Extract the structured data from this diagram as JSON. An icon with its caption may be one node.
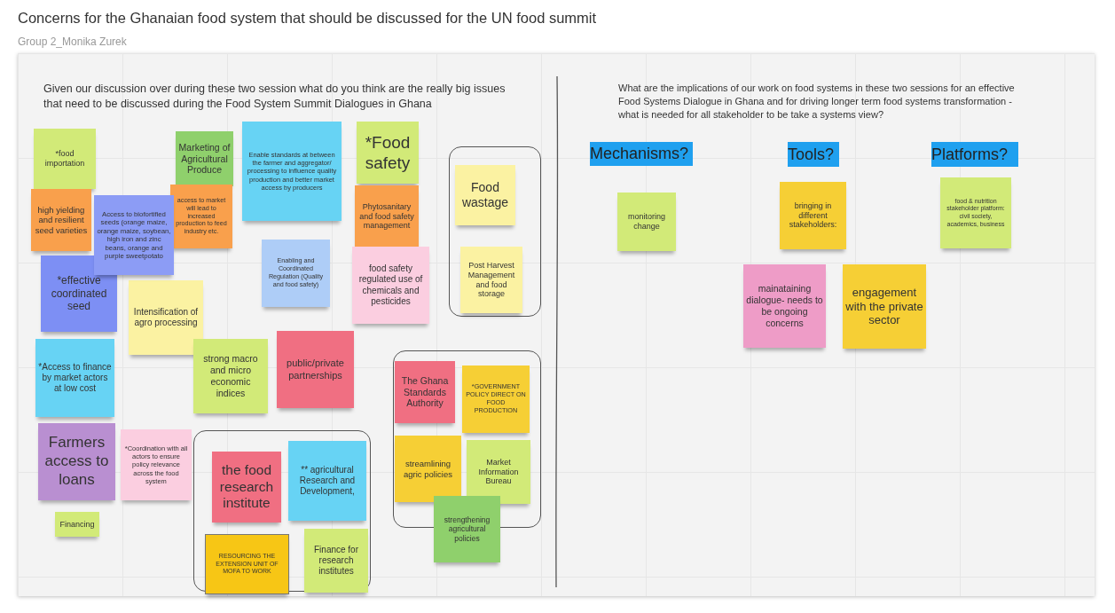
{
  "diagram": {
    "title": "Concerns for the Ghanaian food system that should be discussed for the UN food summit",
    "nodes": [
      {
        "text": [
          "*food importation"
        ]
      },
      {
        "text": [
          "Marketing of Agricultural Produce"
        ]
      },
      {
        "text": [
          "Enable standards at between the farmer and aggregator/ processing to influence quality production and better market access by producers"
        ]
      },
      {
        "text": [
          "*Food safety"
        ]
      },
      {
        "text": [],
        "shape": "box"
      },
      {
        "text": [
          "Food wastage"
        ],
        "in": 4
      },
      {
        "text": [
          "high yielding and resilient seed varieties"
        ]
      },
      {
        "text": [
          "Access to biofortified seeds (orange maize, orange maize, soybean, high iron and zinc beans, orange and purple sweetpotato"
        ]
      },
      {
        "text": [
          "access to market will lead to increased production to feed industry etc."
        ]
      },
      {
        "text": [
          "Phytosanitary and food safety management"
        ]
      },
      {
        "text": [
          "Post Harvest Management and food storage"
        ],
        "in": 4
      },
      {
        "text": [
          "*effective coordinated seed"
        ]
      },
      {
        "text": [
          "Enabling and Coordinated Regulation (Quality and food safety)"
        ]
      },
      {
        "text": [
          "food safety regulated use of chemicals and pesticides"
        ]
      },
      {
        "text": [
          "Intensification of agro processing"
        ]
      },
      {
        "text": [
          "*Access to finance by market actors at low cost"
        ]
      },
      {
        "text": [
          "strong macro and micro economic indices"
        ]
      },
      {
        "text": [
          "public/private partnerships"
        ]
      },
      {
        "text": [],
        "shape": "box"
      },
      {
        "text": [
          "The Ghana Standards Authority"
        ],
        "in": 18
      },
      {
        "text": [
          "*GOVERNMENT POLICY DIRECT ON FOOD PRODUCTION"
        ],
        "in": 18
      },
      {
        "text": [
          "Farmers access to loans"
        ]
      },
      {
        "text": [
          "*Coordination with all actors to ensure policy relevance across the food system"
        ]
      },
      {
        "text": [],
        "shape": "box"
      },
      {
        "text": [
          "the food research institute"
        ],
        "in": 23
      },
      {
        "text": [
          "** agricultural Research and Development,"
        ],
        "in": 23
      },
      {
        "text": [
          "streamlining agric policies"
        ],
        "in": 18
      },
      {
        "text": [
          "Market Information Bureau"
        ],
        "in": 18
      },
      {
        "text": [
          "strengthening agricultural policies"
        ]
      },
      {
        "text": [
          "Financing"
        ]
      },
      {
        "text": [
          "RESOURCING THE EXTENSION UNIT OF MOFA TO WORK"
        ],
        "in": 23
      },
      {
        "text": [
          "Finance for research institutes"
        ],
        "in": 23
      },
      {
        "text": [
          "Mechanisms?"
        ]
      },
      {
        "text": [
          "Tools?"
        ]
      },
      {
        "text": [
          "Platforms?"
        ]
      },
      {
        "text": [
          "monitoring change"
        ]
      },
      {
        "text": [
          "bringing in different stakeholders:"
        ]
      },
      {
        "text": [
          "food & nutrition stakeholder platform: civil society, academics, business"
        ]
      },
      {
        "text": [
          "mainataining dialogue- needs to be ongoing concerns"
        ]
      },
      {
        "text": [
          "engagement with the private sector"
        ]
      }
    ],
    "labels": [
      "Group 2_Monika Zurek",
      "Given our discussion over during these two session what do you think are the really big issues that need to be discussed during the Food System Summit Dialogues in Ghana",
      "What are the implications of our work on food systems in these two sessions for an effective Food Systems Dialogue in Ghana and for driving longer term food systems transformation - what is needed for all stakeholder to be take a systems view?"
    ]
  }
}
